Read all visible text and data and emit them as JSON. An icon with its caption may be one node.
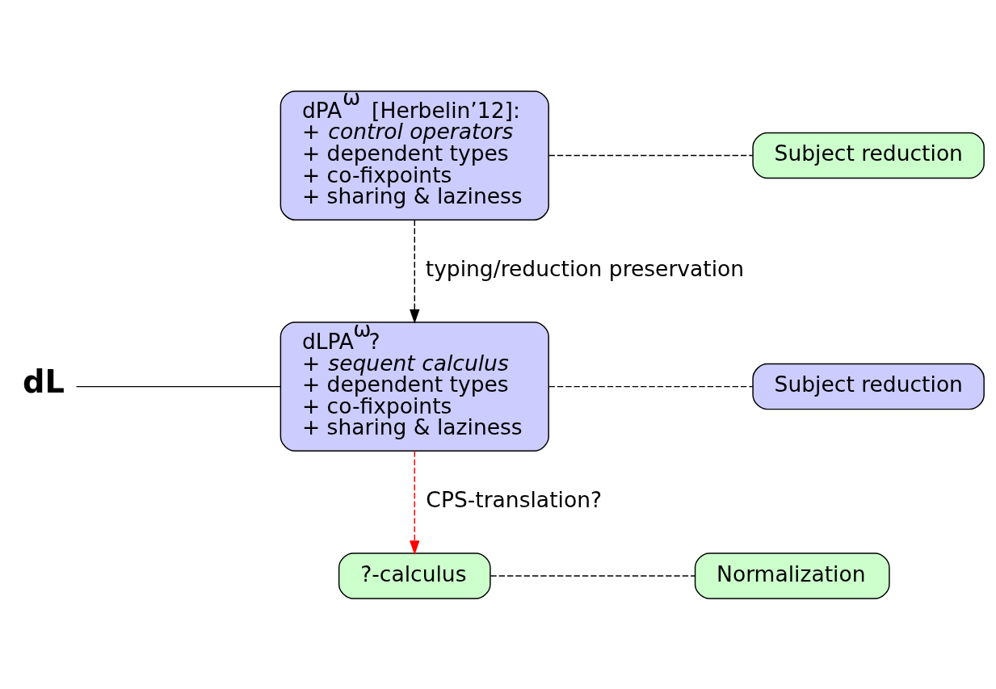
{
  "diagram": {
    "nodes": [
      {
        "text": [
          "dPA$^{ω}$ [Herbelin’12]:",
          "+ *control operators*",
          "+ dependent types",
          "+ co-fixpoints",
          "+ sharing & laziness"
        ]
      },
      {
        "text": [
          "Subject reduction"
        ]
      },
      {
        "text": [
          "dLPA$^{ω}$?",
          "+ *sequent calculus*",
          "+ dependent types",
          "+ co-fixpoints",
          "+ sharing & laziness"
        ]
      },
      {
        "text": [
          "Subject reduction"
        ]
      },
      {
        "text": [
          "?-calculus"
        ]
      },
      {
        "text": [
          "Normalization"
        ]
      },
      {
        "text": [
          "dL"
        ]
      }
    ],
    "edges": [
      {
        "from": 0,
        "to": 1,
        "arrow": "none",
        "style": "dashed"
      },
      {
        "from": 0,
        "to": 2,
        "arrow": "to",
        "style": "dashed",
        "label": "typing/reduction preservation"
      },
      {
        "from": 2,
        "to": 3,
        "arrow": "none",
        "style": "dashed"
      },
      {
        "from": 2,
        "to": 4,
        "arrow": "to",
        "style": "dashed",
        "color": "#ff0000",
        "label": "CPS-translation?"
      },
      {
        "from": 4,
        "to": 5,
        "arrow": "none",
        "style": "dashed"
      },
      {
        "from": 6,
        "to": 2,
        "arrow": "none"
      }
    ]
  }
}
